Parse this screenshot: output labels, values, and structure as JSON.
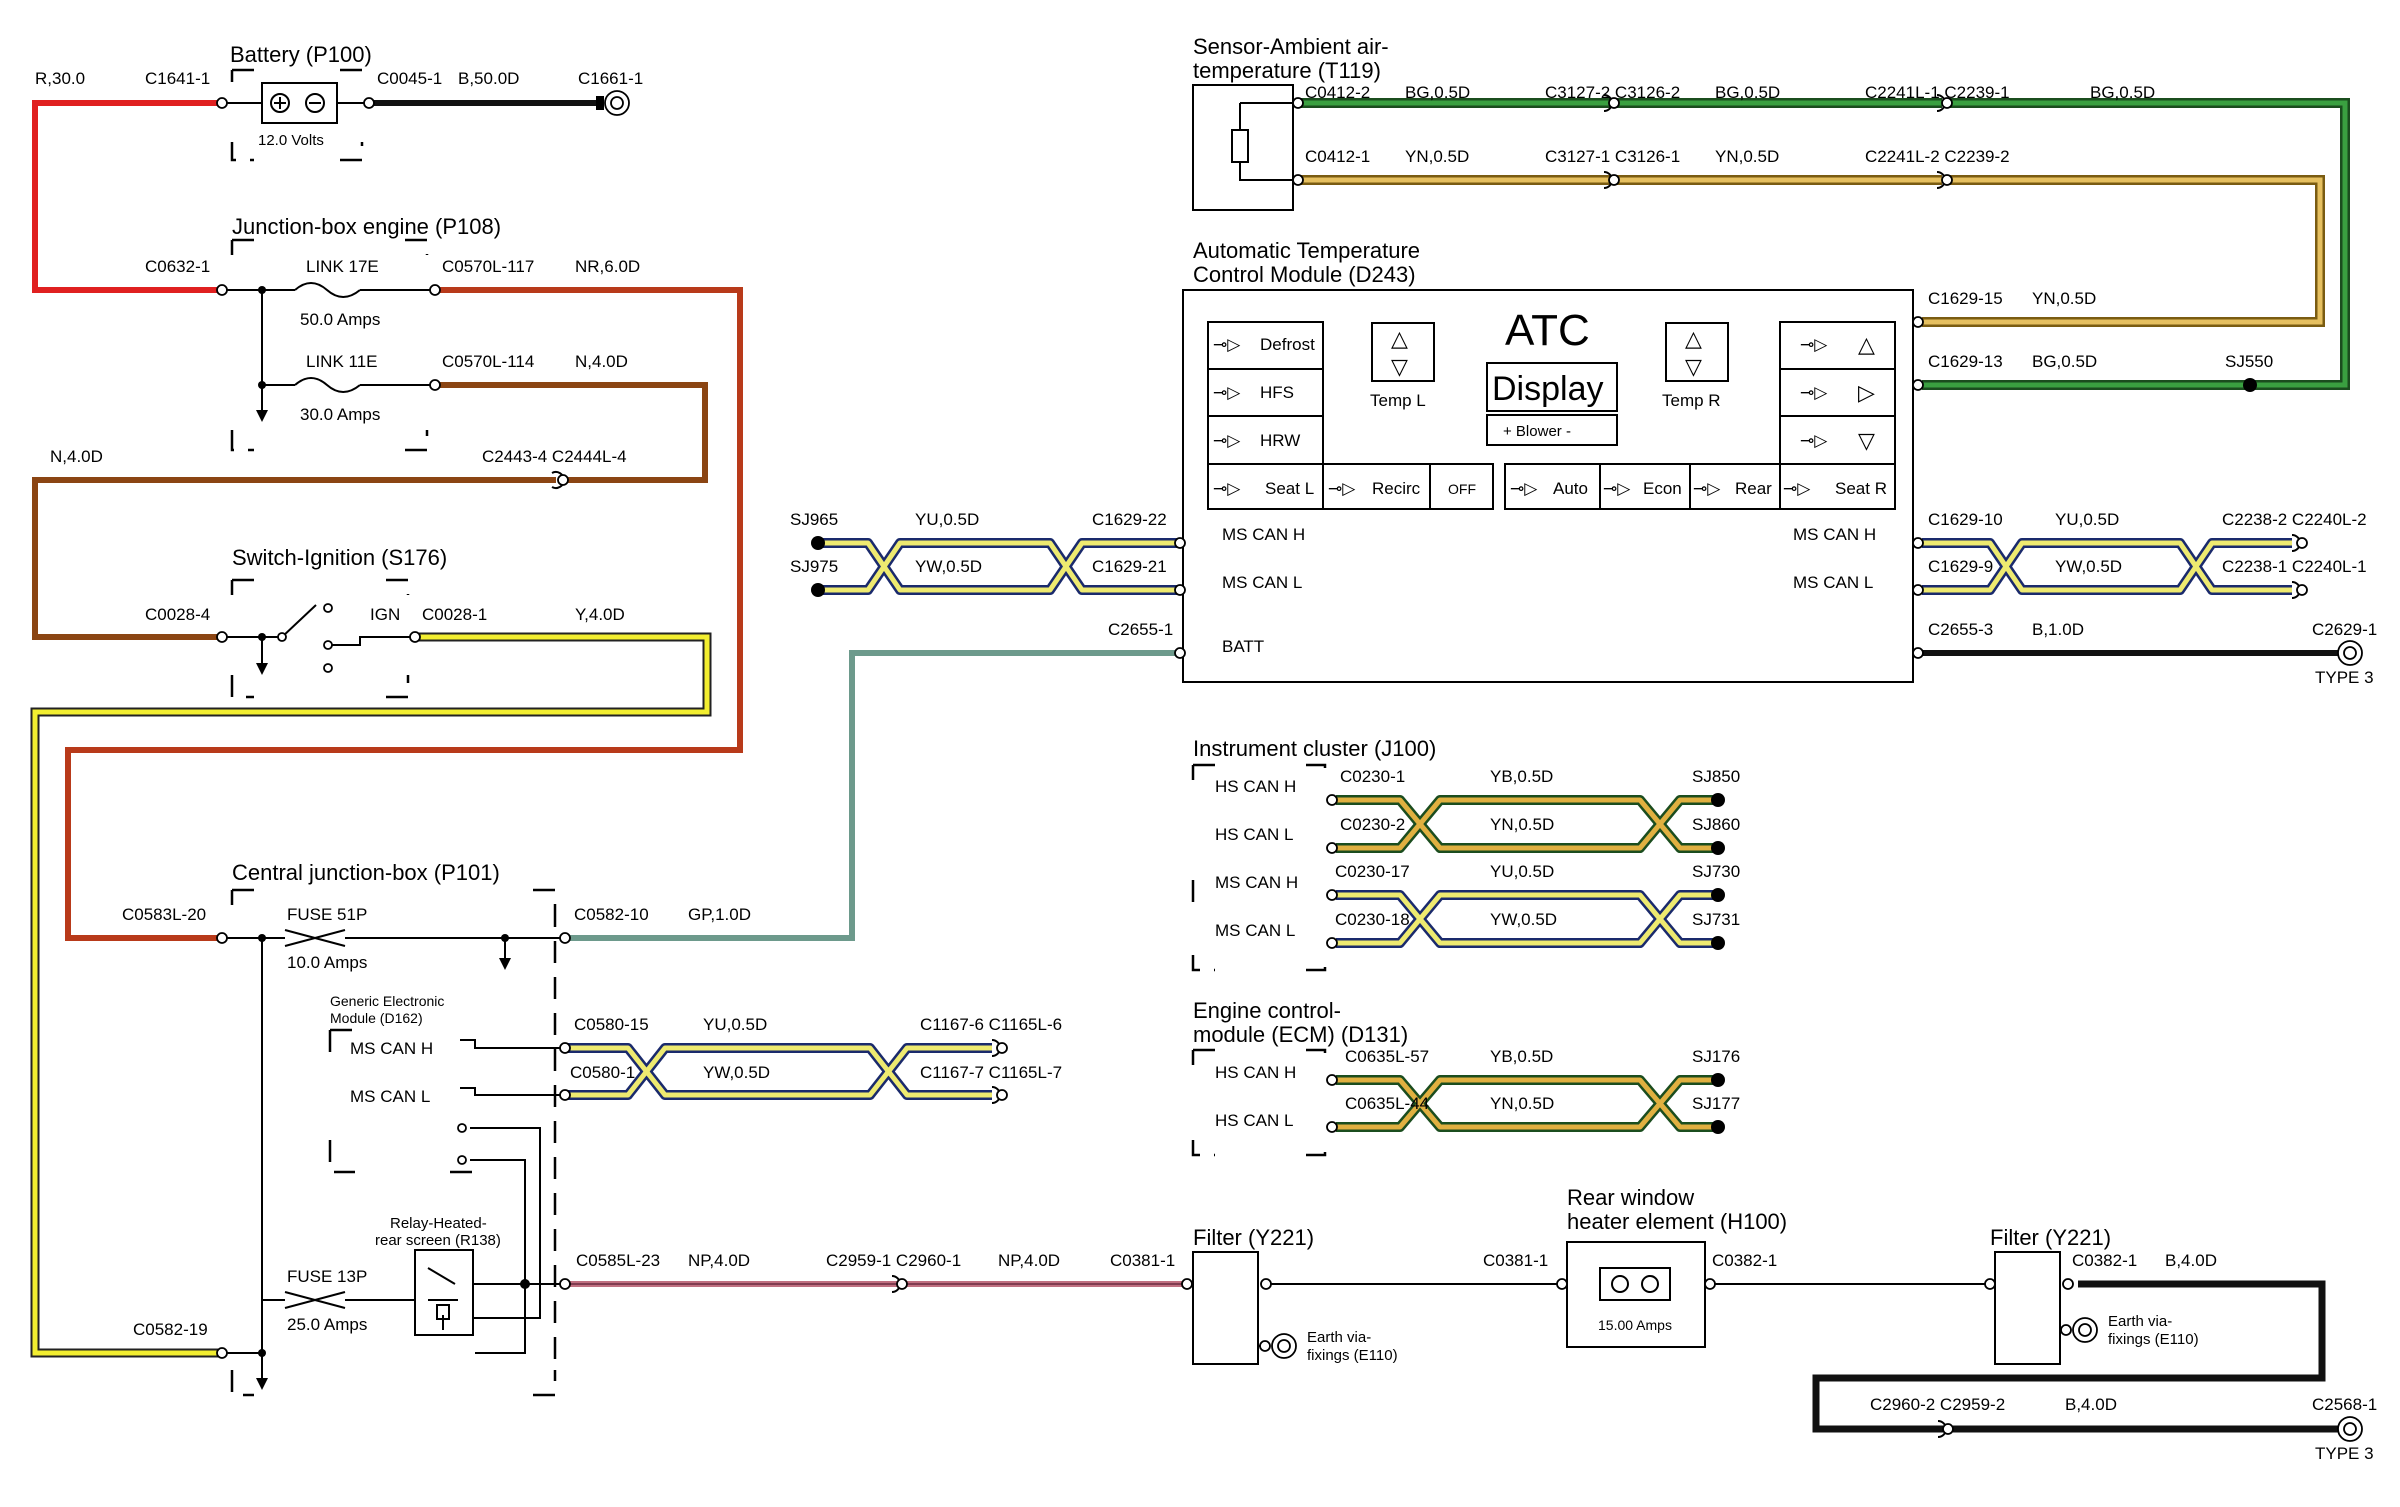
{
  "components": {
    "battery": {
      "title": "Battery (P100)",
      "voltage": "12.0 Volts"
    },
    "junction_engine": {
      "title": "Junction-box engine (P108)",
      "link17": "LINK 17E",
      "link17_amps": "50.0 Amps",
      "link11": "LINK 11E",
      "link11_amps": "30.0 Amps"
    },
    "ignition": {
      "title": "Switch-Ignition (S176)",
      "ign": "IGN"
    },
    "cjb": {
      "title": "Central junction-box (P101)",
      "fuse51": "FUSE 51P",
      "fuse51_amps": "10.0 Amps",
      "gem_l1": "Generic Electronic",
      "gem_l2": "Module (D162)",
      "mscanh": "MS CAN H",
      "mscanl": "MS CAN L",
      "relay_l1": "Relay-Heated-",
      "relay_l2": "rear screen (R138)",
      "fuse13": "FUSE 13P",
      "fuse13_amps": "25.0 Amps"
    },
    "sensor": {
      "title1": "Sensor-Ambient air-",
      "title2": "temperature (T119)"
    },
    "atc": {
      "title1": "Automatic Temperature",
      "title2": "Control Module (D243)",
      "heading": "ATC",
      "display": "Display",
      "blower": "+  Blower  -",
      "temp_l": "Temp L",
      "temp_r": "Temp R",
      "defrost": "Defrost",
      "hfs": "HFS",
      "hrw": "HRW",
      "seat_l": "Seat L",
      "recirc": "Recirc",
      "off": "OFF",
      "auto": "Auto",
      "econ": "Econ",
      "rear": "Rear",
      "seat_r": "Seat R",
      "mscanh": "MS CAN H",
      "mscanl": "MS CAN L",
      "batt": "BATT"
    },
    "cluster": {
      "title": "Instrument cluster (J100)",
      "p1": "HS CAN H",
      "p2": "HS CAN L",
      "p3": "MS CAN H",
      "p4": "MS CAN L"
    },
    "ecm": {
      "title1": "Engine control-",
      "title2": "module (ECM) (D131)",
      "p1": "HS CAN H",
      "p2": "HS CAN L"
    },
    "filter1": {
      "title": "Filter (Y221)",
      "earth1": "Earth via-",
      "earth2": "fixings (E110)"
    },
    "filter2": {
      "title": "Filter (Y221)",
      "earth1": "Earth via-",
      "earth2": "fixings (E110)"
    },
    "heater": {
      "title1": "Rear window",
      "title2": "heater element (H100)",
      "amps": "15.00 Amps"
    }
  },
  "connectors": {
    "c1641_1": "C1641-1",
    "r30": "R,30.0",
    "c0045_1": "C0045-1",
    "b50": "B,50.0D",
    "c1661_1": "C1661-1",
    "c0632_1": "C0632-1",
    "c0570l_117": "C0570L-117",
    "nr6": "NR,6.0D",
    "c0570l_114": "C0570L-114",
    "n4d": "N,4.0D",
    "n4d_left": "N,4.0D",
    "c2443_4": "C2443-4 C2444L-4",
    "c0028_4": "C0028-4",
    "c0028_1": "C0028-1",
    "y4d": "Y,4.0D",
    "c0583l_20": "C0583L-20",
    "c0582_10": "C0582-10",
    "gp1": "GP,1.0D",
    "c0580_15": "C0580-15",
    "yu05_cjb": "YU,0.5D",
    "c1167_6": "C1167-6 C1165L-6",
    "c0580_1": "C0580-1",
    "yw05_cjb": "YW,0.5D",
    "c1167_7": "C1167-7 C1165L-7",
    "c0585l_23": "C0585L-23",
    "np4_a": "NP,4.0D",
    "c2959_1": "C2959-1 C2960-1",
    "np4_b": "NP,4.0D",
    "c0381_1a": "C0381-1",
    "c0582_19": "C0582-19",
    "c0412_2": "C0412-2",
    "bg05_a": "BG,0.5D",
    "c3127_2": "C3127-2 C3126-2",
    "bg05_b": "BG,0.5D",
    "c2241l_1": "C2241L-1 C2239-1",
    "bg05_c": "BG,0.5D",
    "c0412_1": "C0412-1",
    "yn05_a": "YN,0.5D",
    "c3127_1": "C3127-1 C3126-1",
    "yn05_b": "YN,0.5D",
    "c2241l_2": "C2241L-2 C2239-2",
    "c1629_15": "C1629-15",
    "yn05_c": "YN,0.5D",
    "c1629_13": "C1629-13",
    "bg05_d": "BG,0.5D",
    "sj550": "SJ550",
    "sj965": "SJ965",
    "yu05_l": "YU,0.5D",
    "c1629_22": "C1629-22",
    "sj975": "SJ975",
    "yw05_l": "YW,0.5D",
    "c1629_21": "C1629-21",
    "c1629_10": "C1629-10",
    "yu05_r": "YU,0.5D",
    "c2238_2": "C2238-2 C2240L-2",
    "c1629_9": "C1629-9",
    "yw05_r": "YW,0.5D",
    "c2238_1": "C2238-1 C2240L-1",
    "c2655_1": "C2655-1",
    "c2655_3": "C2655-3",
    "b1d": "B,1.0D",
    "c2629_1": "C2629-1",
    "type3_a": "TYPE 3",
    "c0230_1": "C0230-1",
    "yb05_a": "YB,0.5D",
    "sj850": "SJ850",
    "c0230_2": "C0230-2",
    "yn05_d": "YN,0.5D",
    "sj860": "SJ860",
    "c0230_17": "C0230-17",
    "yu05_c": "YU,0.5D",
    "sj730": "SJ730",
    "c0230_18": "C0230-18",
    "yw05_c": "YW,0.5D",
    "sj731": "SJ731",
    "c0635l_57": "C0635L-57",
    "yb05_b": "YB,0.5D",
    "sj176": "SJ176",
    "c0635l_44": "C0635L-44",
    "yn05_e": "YN,0.5D",
    "sj177": "SJ177",
    "c0381_1b": "C0381-1",
    "c0382_1a": "C0382-1",
    "c0382_1b": "C0382-1",
    "b4d_a": "B,4.0D",
    "c2960_2": "C2960-2 C2959-2",
    "b4d_b": "B,4.0D",
    "c2568_1": "C2568-1",
    "type3_b": "TYPE 3"
  },
  "wire_colors": {
    "red": "#e02020",
    "black": "#111111",
    "rust": "#b83a1a",
    "brown": "#8b4513",
    "yellow": "#f2ee30",
    "green": "#2e7d32",
    "tan": "#c8a040",
    "teal": "#6d9a8c",
    "pink": "#c07080",
    "navy": "#1a2a6c",
    "yellow_pale": "#e8e060"
  }
}
